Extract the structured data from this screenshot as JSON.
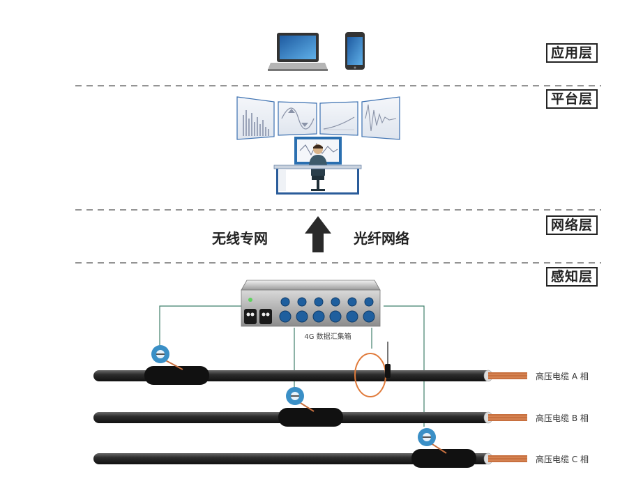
{
  "layers": {
    "application": "应用层",
    "platform": "平台层",
    "network": "网络层",
    "perception": "感知层"
  },
  "network": {
    "left_text": "无线专网",
    "right_text": "光纤网络"
  },
  "collector": {
    "caption": "4G 数据汇集箱"
  },
  "cables": {
    "phase_a": "高压电缆 A 相",
    "phase_b": "高压电缆 B 相",
    "phase_c": "高压电缆 C 相"
  },
  "colors": {
    "dash": "#555555",
    "cable": "#2b2b2b",
    "copper": "#c8703f",
    "sensor_blue": "#3a8fc6",
    "coil_orange": "#e07a3a",
    "wire_green": "#3f7f6a",
    "screen_blue": "#2a6fb0"
  }
}
